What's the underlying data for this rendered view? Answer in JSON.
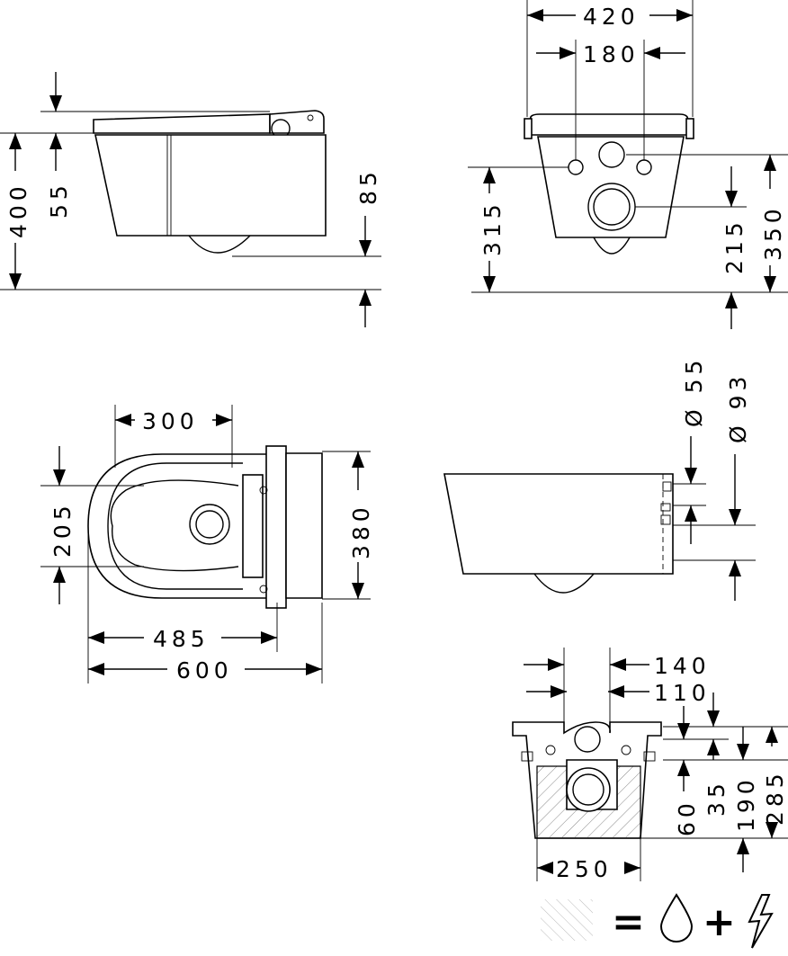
{
  "drawing": {
    "side_view": {
      "dim_height_total": "400",
      "dim_seat_height": "55",
      "dim_bowl_drop": "85"
    },
    "rear_view": {
      "dim_width_total": "420",
      "dim_bolt_spacing": "180",
      "dim_outlet_height": "315",
      "dim_bolt_height": "350",
      "dim_drain_height": "215"
    },
    "top_view": {
      "dim_bowl_width": "300",
      "dim_bowl_offset": "205",
      "dim_total_width": "380",
      "dim_bowl_length": "485",
      "dim_total_length": "600"
    },
    "section_view": {
      "dim_diameter_small": "Ø 55",
      "dim_diameter_large": "Ø 93"
    },
    "install_view": {
      "dim_140": "140",
      "dim_110": "110",
      "dim_250": "250",
      "dim_60": "60",
      "dim_35": "35",
      "dim_190": "190",
      "dim_285": "285"
    },
    "legend": {
      "equals": "=",
      "plus": "+",
      "icons": [
        "hatch-swatch",
        "water-drop-icon",
        "lightning-icon"
      ]
    }
  }
}
